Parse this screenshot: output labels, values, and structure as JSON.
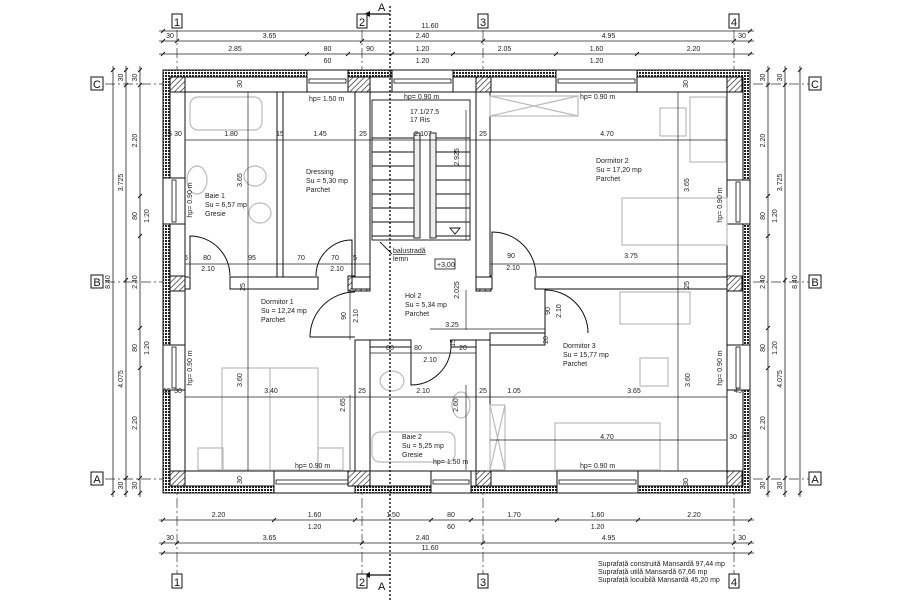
{
  "axes": {
    "columns": [
      "1",
      "2",
      "3",
      "4"
    ],
    "rows": [
      "C",
      "B",
      "A"
    ]
  },
  "section_mark": "A",
  "dims_top": {
    "total": "11.60",
    "row2": [
      "30",
      "3.65",
      "2.40",
      "4.95",
      "30"
    ],
    "row3": [
      "2.85",
      "80",
      "90",
      "1.20",
      "2.05",
      "1.60",
      "2.20"
    ],
    "row3_sub": [
      "60",
      "1.20",
      "1.20"
    ]
  },
  "dims_bottom": {
    "row1": [
      "2.20",
      "1.60",
      "1.50",
      "80",
      "1.70",
      "1.60",
      "2.20"
    ],
    "row1_sub": [
      "1.20",
      "60",
      "1.20"
    ],
    "row2": [
      "30",
      "3.65",
      "2.40",
      "4.95",
      "30"
    ],
    "total": "11.60"
  },
  "dims_left": {
    "total": "8.40",
    "row2": [
      "30",
      "3.725",
      "4.075",
      "30"
    ],
    "row3": [
      "30",
      "2.20",
      "80",
      "2.40",
      "80",
      "2.20",
      "30"
    ],
    "row3_sub": [
      "1.20",
      "1.20"
    ]
  },
  "dims_right": {
    "total": "8.40",
    "row2": [
      "30",
      "3.725",
      "4.075",
      "30"
    ],
    "row3": [
      "30",
      "2.20",
      "80",
      "2.40",
      "80",
      "2.20",
      "30"
    ],
    "row3_sub": [
      "1.20",
      "1.20"
    ]
  },
  "rooms": [
    {
      "name": "Baie 1",
      "area": "Su = 6,57 mp",
      "floor": "Gresie"
    },
    {
      "name": "Dressing",
      "area": "Su = 5,30 mp",
      "floor": "Parchet"
    },
    {
      "name": "Dormitor 2",
      "area": "Su = 17,20 mp",
      "floor": "Parchet"
    },
    {
      "name": "Dormitor 1",
      "area": "Su = 12,24 mp",
      "floor": "Parchet"
    },
    {
      "name": "Hol 2",
      "area": "Su = 5,34 mp",
      "floor": "Parchet"
    },
    {
      "name": "Dormitor 3",
      "area": "Su = 15,77 mp",
      "floor": "Parchet"
    },
    {
      "name": "Baie 2",
      "area": "Su = 5,25 mp",
      "floor": "Gresie"
    }
  ],
  "stair": {
    "ratio": "17.1/27.5",
    "risers": "17 Ris",
    "railing": "balustradă",
    "railing_material": "lemn",
    "level": "+3,00"
  },
  "window_heights": [
    "hp= 1.50 m",
    "hp= 0.90 m",
    "hp= 0.90 m",
    "hp= 0.90 m",
    "hp= 0.90 m",
    "hp= 0.90 m",
    "hp= 0.90 m",
    "hp= 0.90 m",
    "hp= 1.50 m",
    "hp= 0.90 m"
  ],
  "interior_dims": [
    "15",
    "30",
    "1.80",
    "15",
    "1.45",
    "25",
    "2.107",
    "25",
    "4.70",
    "5",
    "80",
    "95",
    "70",
    "70",
    "5",
    "2.10",
    "2.10",
    "90",
    "2.10",
    "3.75",
    "3.25",
    "80",
    "80",
    "15",
    "20",
    "2.10",
    "15",
    "30",
    "3.40",
    "25",
    "2.10",
    "25",
    "1.05",
    "3.65",
    "45",
    "4.70",
    "30",
    "15",
    "30",
    "3.65",
    "30",
    "3.65",
    "2.925",
    "25",
    "2.025",
    "25",
    "90",
    "2.10",
    "90",
    "2.10",
    "20",
    "3.60",
    "3.60",
    "2.65",
    "2.60",
    "30",
    "30"
  ],
  "summary": [
    "Suprafață construită Mansardă 97,44 mp",
    "Suprafață utilă Mansardă 67,66 mp",
    "Suprafață locuibilă Mansardă 45,20 mp"
  ]
}
